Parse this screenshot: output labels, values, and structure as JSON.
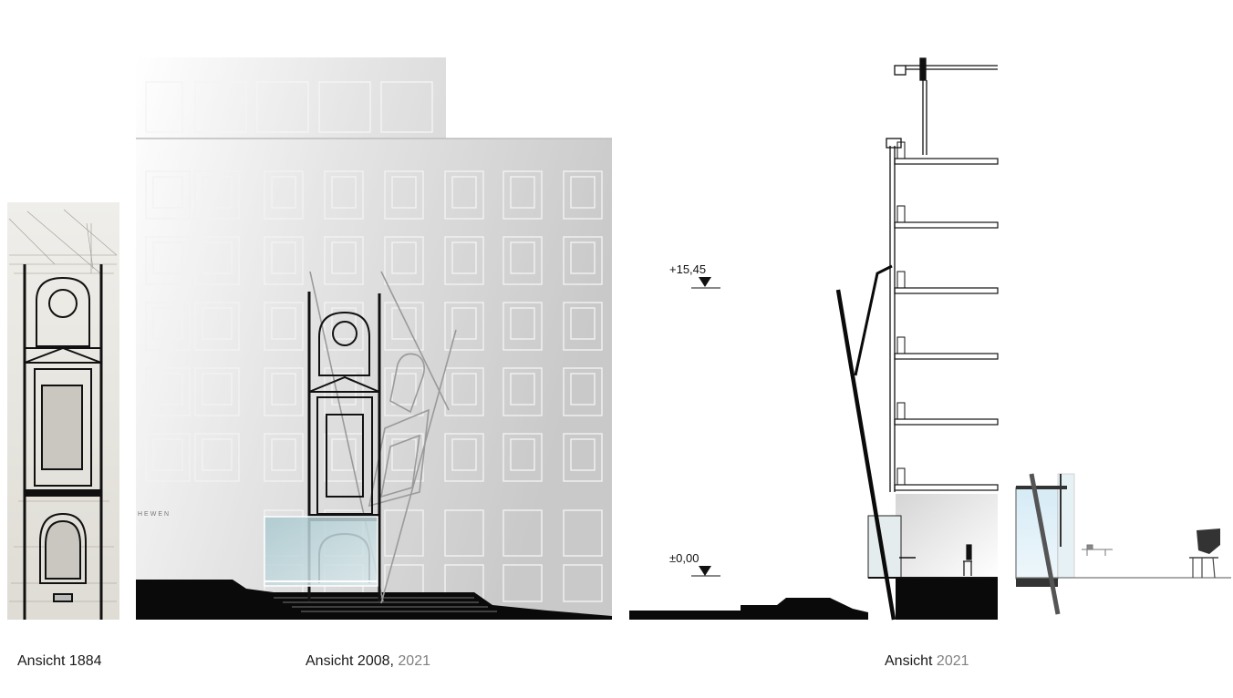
{
  "captions": {
    "view_1884": "Ansicht 1884",
    "view_2008_main": "Ansicht 2008,",
    "view_2008_year": "2021",
    "view_2021_main": "Ansicht",
    "view_2021_year": "2021"
  },
  "elevations": {
    "top": "+15,45",
    "ground": "±0,00"
  },
  "facade_sign": "HEWEN",
  "colors": {
    "ink": "#111111",
    "caption_muted": "#808080",
    "glass": "#b9d3d8",
    "facade_gray": "#cfcfcf"
  }
}
